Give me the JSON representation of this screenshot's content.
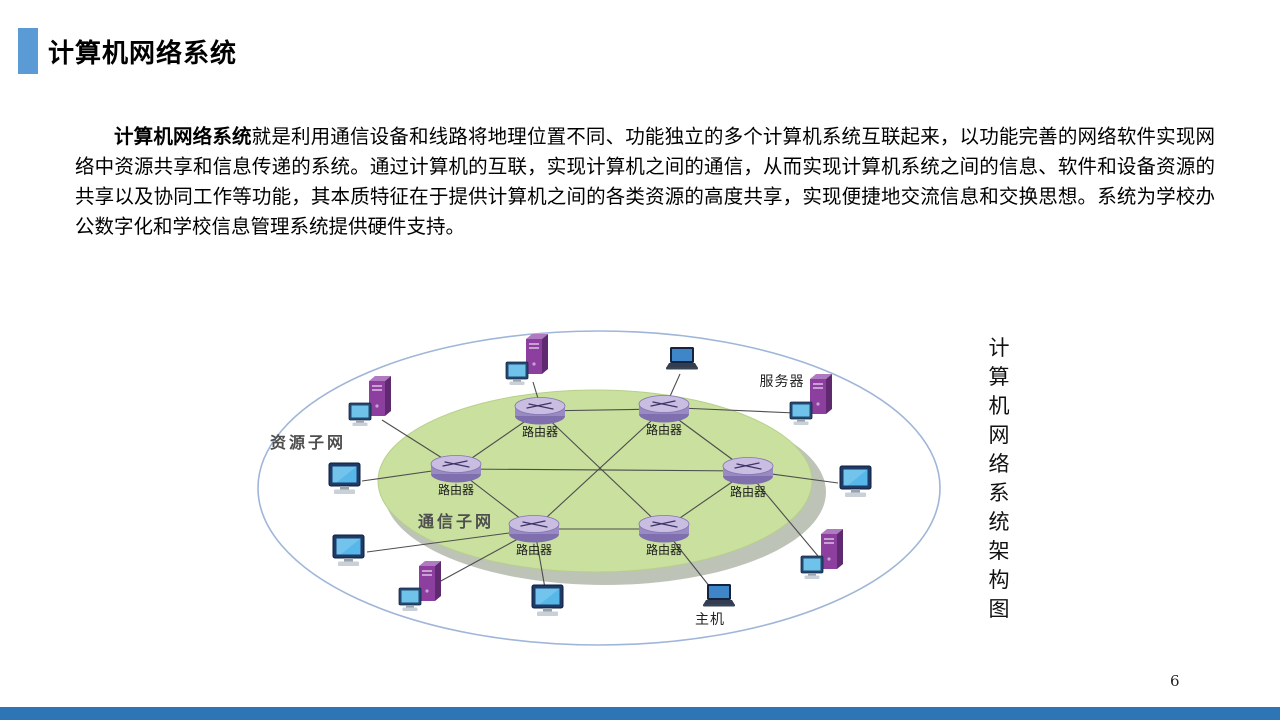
{
  "colors": {
    "accent": "#5B9BD5",
    "bar": "#2E75B6",
    "green": "#C9E09F",
    "outerStroke": "#9FB6D9"
  },
  "slide": {
    "title": "计算机网络系统",
    "page_number": "6"
  },
  "body": {
    "lead": "计算机网络系统",
    "rest": "就是利用通信设备和线路将地理位置不同、功能独立的多个计算机系统互联起来，以功能完善的网络软件实现网络中资源共享和信息传递的系统。通过计算机的互联，实现计算机之间的通信，从而实现计算机系统之间的信息、软件和设备资源的共享以及协同工作等功能，其本质特征在于提供计算机之间的各类资源的高度共享，实现便捷地交流信息和交换思想。系统为学校办公数字化和学校信息管理系统提供硬件支持。"
  },
  "diagram": {
    "caption": "计算机网络系统架构图",
    "router_label": "路由器",
    "labels": {
      "resource_subnet": "资源子网",
      "comm_subnet": "通信子网",
      "server": "服务器",
      "host": "主机"
    }
  }
}
